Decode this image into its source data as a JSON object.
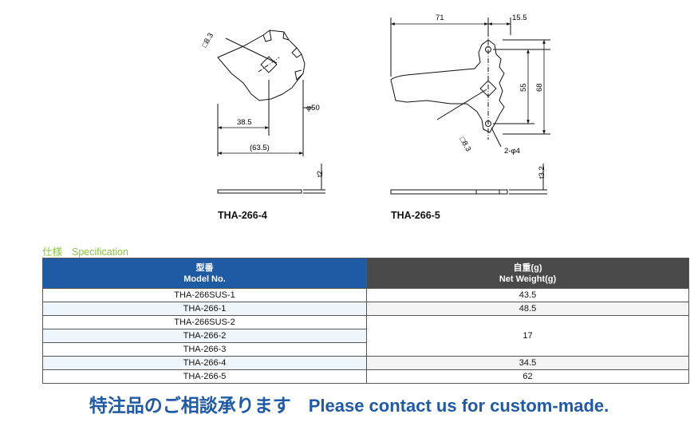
{
  "drawings": {
    "tha_266_4": {
      "caption": "THA-266-4",
      "dims": {
        "square": "□8.3",
        "phi50": "φ50",
        "w38_5": "38.5",
        "w63_5": "(63.5)",
        "t2": "t2"
      }
    },
    "tha_266_5": {
      "caption": "THA-266-5",
      "dims": {
        "d71": "71",
        "d15_5": "15.5",
        "d55": "55",
        "d68": "68",
        "square": "□8.3",
        "holes": "2-φ4",
        "t3_2": "t3.2"
      }
    }
  },
  "spec": {
    "heading_jp": "仕様",
    "heading_en": "Specification",
    "headers": {
      "model_jp": "型番",
      "model_en": "Model No.",
      "weight_jp": "自重(g)",
      "weight_en": "Net Weight(g)"
    },
    "rows": [
      {
        "model": "THA-266SUS-1",
        "weight": "43.5"
      },
      {
        "model": "THA-266-1",
        "weight": "48.5"
      },
      {
        "model": "THA-266SUS-2",
        "weight": "17"
      },
      {
        "model": "THA-266-2",
        "weight": ""
      },
      {
        "model": "THA-266-3",
        "weight": ""
      },
      {
        "model": "THA-266-4",
        "weight": "34.5"
      },
      {
        "model": "THA-266-5",
        "weight": "62"
      }
    ]
  },
  "footer": {
    "jp": "特注品のご相談承ります",
    "en": "Please contact us for custom-made."
  },
  "colors": {
    "accent_blue": "#1f5aa5",
    "header_gray": "#4a4a4a",
    "spec_green": "#8cc63f"
  }
}
